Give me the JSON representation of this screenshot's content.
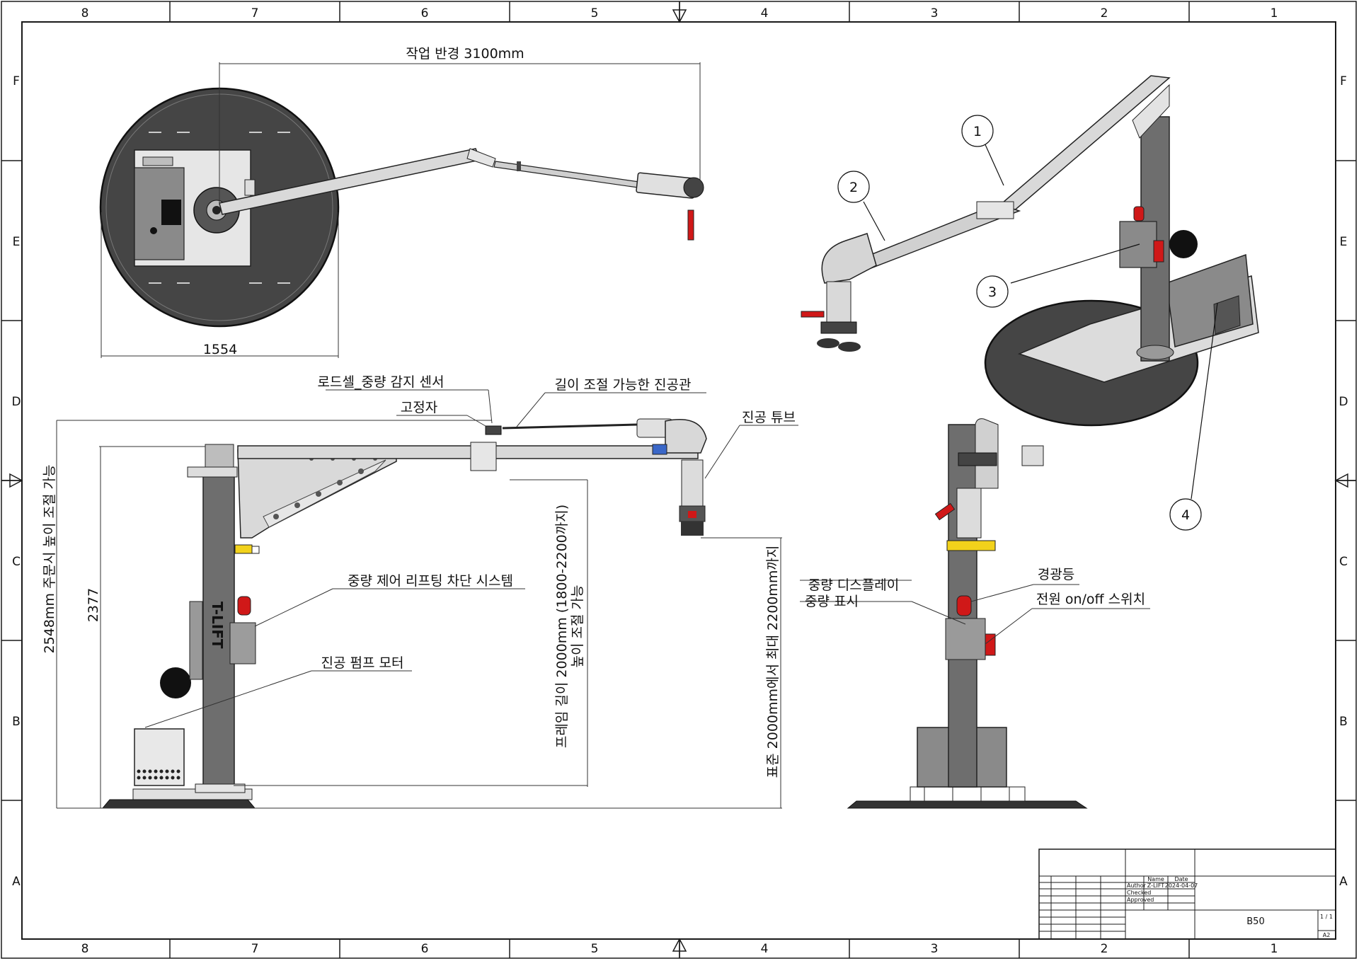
{
  "sheet": {
    "columns": [
      "8",
      "7",
      "6",
      "5",
      "4",
      "3",
      "2",
      "1"
    ],
    "rows": [
      "F",
      "E",
      "D",
      "C",
      "B",
      "A"
    ]
  },
  "top_view": {
    "reach_label": "작업 반경 3100mm",
    "base_label": "1554"
  },
  "side_view": {
    "loadcell_label": "로드셀_중량 감지 센서",
    "fixer_label": "고정자",
    "adjustable_tube_label": "길이 조절 가능한 진공관",
    "vacuum_tube_label": "진공 튜브",
    "height_order_label": "2548mm 주문시 높이 조절 가능",
    "height_label": "2377",
    "control_system_label": "중량 제어 리프팅 차단  시스템",
    "pump_motor_label": "진공 펌프 모터",
    "frame_length_label_1": "프레임 길이 2000mm (1800-2200까지)",
    "frame_length_label_2": "높이 조절 가능",
    "standard_length_label": "표준 2000mm에서 최대 2200mm까지",
    "logo_text": "T-LIFT"
  },
  "front_view": {
    "display_label_1": "중량 디스플레이",
    "display_label_2": "중량 표시",
    "warning_light_label": "경광등",
    "power_switch_label": "전원 on/off 스위치"
  },
  "iso_view": {
    "callouts": [
      "1",
      "2",
      "3",
      "4"
    ]
  },
  "title_block": {
    "name_header": "Name",
    "date_header": "Date",
    "author_label": "Author",
    "author_value": "Z-LIFT",
    "author_date": "2024-04-07",
    "checked_label": "Checked",
    "approved_label": "Approved",
    "drawing_id": "B50",
    "sheet_number": "1 / 1",
    "paper_size": "A2"
  },
  "colors": {
    "line": "#1a1a1a",
    "column_grey": "#6e6e6e",
    "arm_light": "#d9d9d9",
    "base_dark": "#454545",
    "accent_red": "#d01818",
    "accent_blue": "#3a67c8",
    "accent_yellow": "#f2d21b"
  }
}
